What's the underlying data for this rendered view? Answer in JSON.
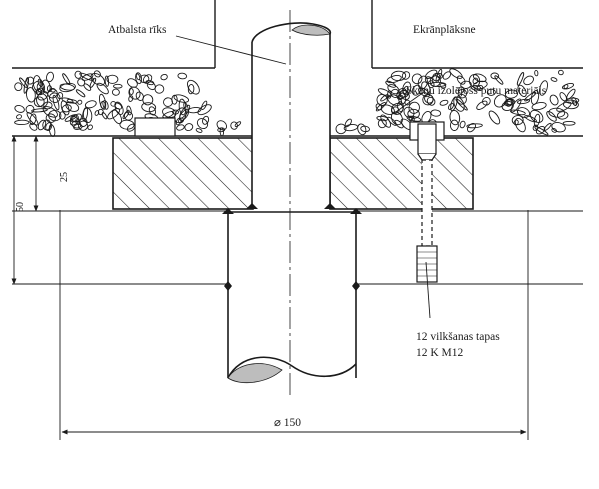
{
  "labels": {
    "support_tool": "Atbalsta rīks",
    "screen_plate": "Ekrānplāksne",
    "insulation": "Skaņu izolējošs putu materiāls",
    "bolts_line1": "12 vilkšanas tapas",
    "bolts_line2": "12 K M12",
    "diameter": "⌀ 150",
    "dim_25": "25",
    "dim_50": "50"
  },
  "colors": {
    "ink": "#1a1a1a",
    "paper": "#ffffff"
  }
}
